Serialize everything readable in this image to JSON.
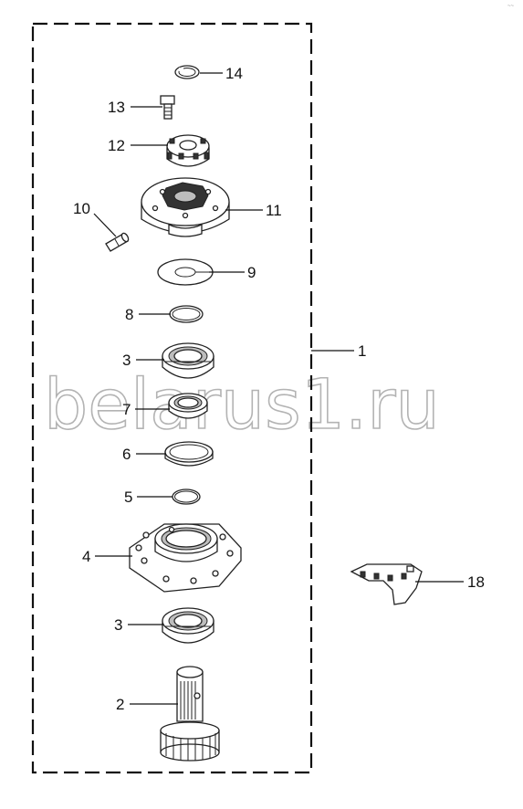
{
  "callouts": [
    {
      "id": "c14",
      "label": "14"
    },
    {
      "id": "c13",
      "label": "13"
    },
    {
      "id": "c12",
      "label": "12"
    },
    {
      "id": "c10",
      "label": "10"
    },
    {
      "id": "c11",
      "label": "11"
    },
    {
      "id": "c9",
      "label": "9"
    },
    {
      "id": "c8",
      "label": "8"
    },
    {
      "id": "c3a",
      "label": "3"
    },
    {
      "id": "c1",
      "label": "1"
    },
    {
      "id": "c7",
      "label": "7"
    },
    {
      "id": "c6",
      "label": "6"
    },
    {
      "id": "c5",
      "label": "5"
    },
    {
      "id": "c4",
      "label": "4"
    },
    {
      "id": "c18",
      "label": "18"
    },
    {
      "id": "c3b",
      "label": "3"
    },
    {
      "id": "c2",
      "label": "2"
    }
  ],
  "watermark": "belarus1.ru",
  "corner_mark": "~~"
}
